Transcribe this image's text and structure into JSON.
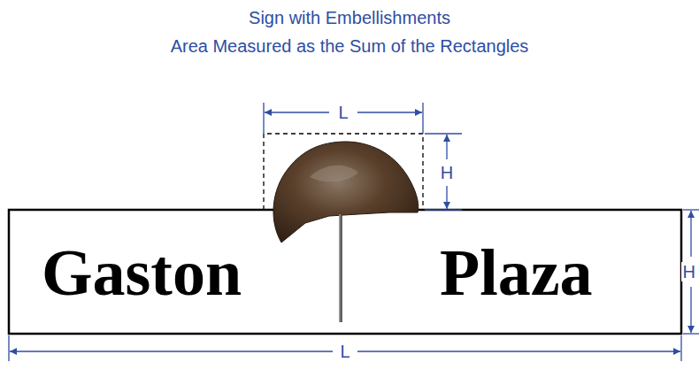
{
  "diagram": {
    "title": "Sign with Embellishments",
    "nodes": [
      {
        "text": [
          "Gaston",
          "Plaza"
        ]
      }
    ],
    "labels": [
      "Area Measured as the Sum of the Rectangles",
      "L",
      "H",
      "H",
      "L"
    ]
  }
}
